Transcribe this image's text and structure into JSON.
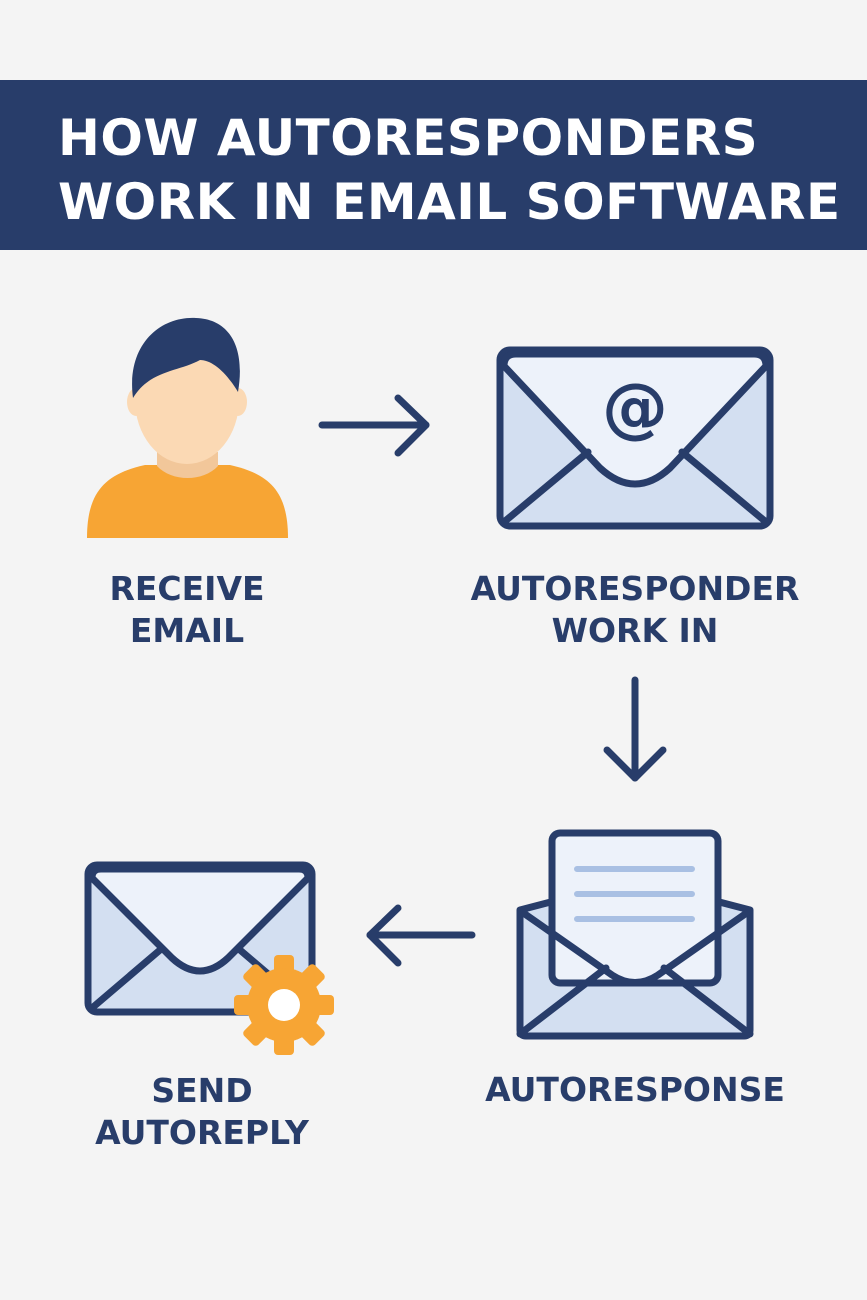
{
  "title": {
    "line1": "HOW AUTORESPONDERS",
    "line2": "WORK IN EMAIL SOFTWARE"
  },
  "steps": [
    {
      "id": "receive",
      "lines": [
        "RECEIVE",
        "EMAIL"
      ],
      "icon": "person-icon"
    },
    {
      "id": "autoresponder",
      "lines": [
        "AUTORESPONDER",
        "WORK IN"
      ],
      "icon": "email-at-icon"
    },
    {
      "id": "autoresponse",
      "lines": [
        "AUTORESPONSE"
      ],
      "icon": "open-envelope-letter-icon"
    },
    {
      "id": "send",
      "lines": [
        "SEND",
        "AUTOREPLY"
      ],
      "icon": "envelope-gear-icon"
    }
  ],
  "colors": {
    "navy": "#283d6a",
    "orange": "#f7a534",
    "envelope_fill": "#d3dff1",
    "envelope_flap": "#edf2fa",
    "skin": "#fbd9b4",
    "background": "#f4f4f4"
  }
}
